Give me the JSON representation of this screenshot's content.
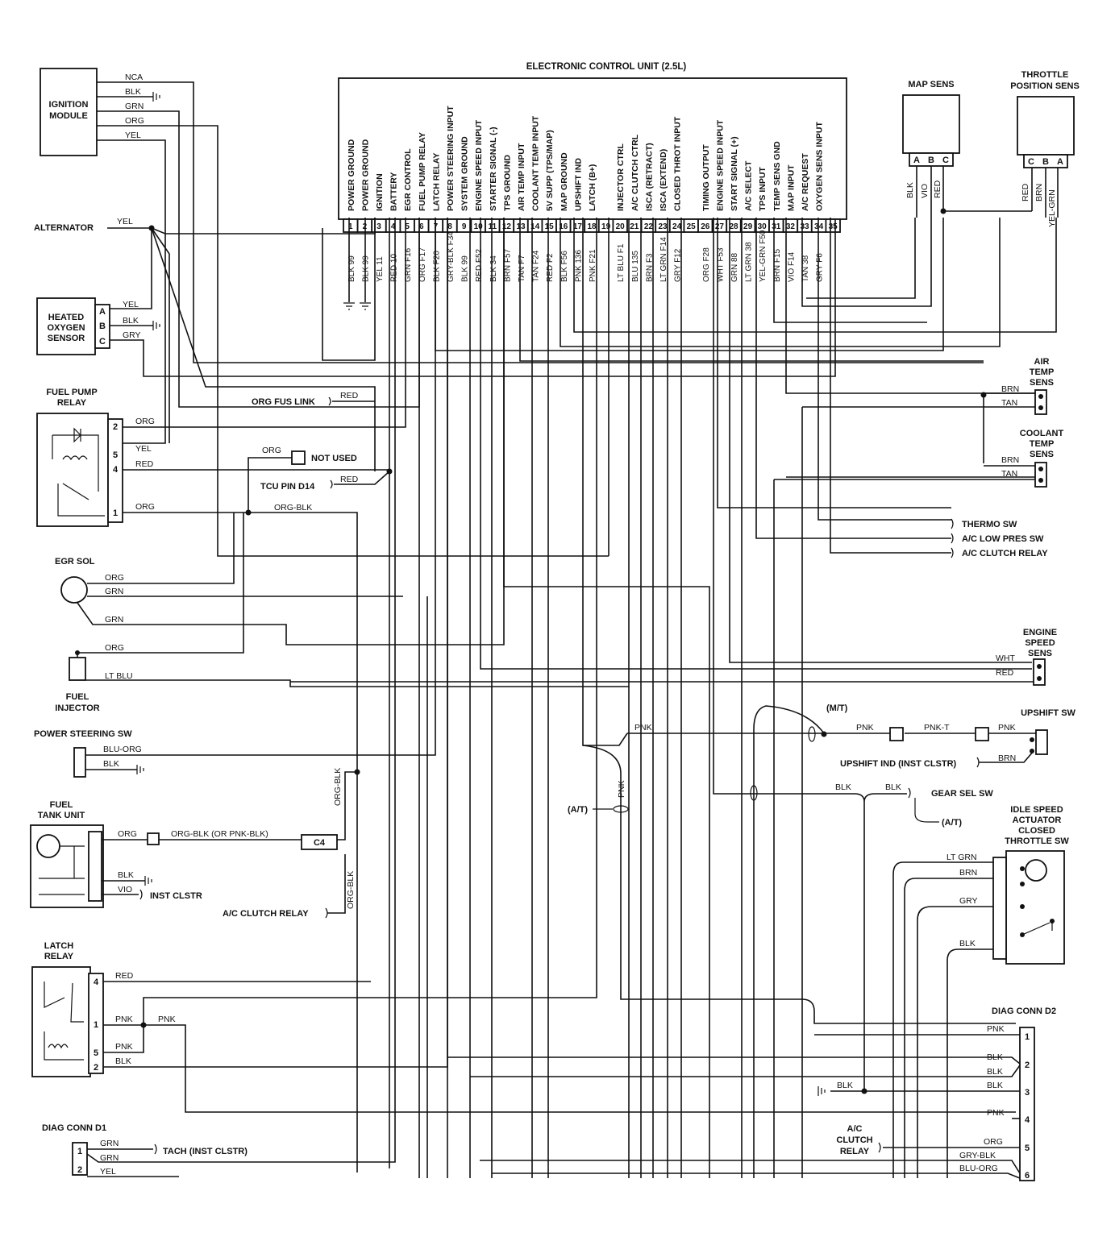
{
  "ecu": {
    "title": "ELECTRONIC CONTROL UNIT (2.5L)",
    "pins": [
      {
        "num": "1",
        "func": "POWER GROUND",
        "wire": "BLK 99"
      },
      {
        "num": "2",
        "func": "POWER GROUND",
        "wire": "BLK 99"
      },
      {
        "num": "3",
        "func": "IGNITION",
        "wire": "YEL 11"
      },
      {
        "num": "4",
        "func": "BATTERY",
        "wire": "RED 10"
      },
      {
        "num": "5",
        "func": "EGR CONTROL",
        "wire": "GRN F16"
      },
      {
        "num": "6",
        "func": "FUEL PUMP RELAY",
        "wire": "ORG F17"
      },
      {
        "num": "7",
        "func": "LATCH RELAY",
        "wire": "BLK F20"
      },
      {
        "num": "8",
        "func": "POWER STEERING INPUT",
        "wire": "GRY-BLK F34"
      },
      {
        "num": "9",
        "func": "SYSTEM GROUND",
        "wire": "BLK 99"
      },
      {
        "num": "10",
        "func": "ENGINE SPEED INPUT",
        "wire": "RED F52"
      },
      {
        "num": "11",
        "func": "STARTER SIGNAL (-)",
        "wire": "BLK 34"
      },
      {
        "num": "12",
        "func": "TPS GROUND",
        "wire": "BRN F57"
      },
      {
        "num": "13",
        "func": "AIR TEMP INPUT",
        "wire": "TAN F7"
      },
      {
        "num": "14",
        "func": "COOLANT TEMP INPUT",
        "wire": "TAN F24"
      },
      {
        "num": "15",
        "func": "5V SUPP (TPS/MAP)",
        "wire": "RED F2"
      },
      {
        "num": "16",
        "func": "MAP GROUND",
        "wire": "BLK F56"
      },
      {
        "num": "17",
        "func": "UPSHIFT IND",
        "wire": "PNK 136"
      },
      {
        "num": "18",
        "func": "LATCH (B+)",
        "wire": "PNK F21"
      },
      {
        "num": "19",
        "func": "",
        "wire": ""
      },
      {
        "num": "20",
        "func": "INJECTOR CTRL",
        "wire": "LT BLU F1"
      },
      {
        "num": "21",
        "func": "A/C CLUTCH CTRL",
        "wire": "BLU 135"
      },
      {
        "num": "22",
        "func": "ISCA (RETRACT)",
        "wire": "BRN F3"
      },
      {
        "num": "23",
        "func": "ISCA (EXTEND)",
        "wire": "LT GRN F14"
      },
      {
        "num": "24",
        "func": "CLOSED THROT INPUT",
        "wire": "GRY F12"
      },
      {
        "num": "25",
        "func": "",
        "wire": ""
      },
      {
        "num": "26",
        "func": "TIMING OUTPUT",
        "wire": "ORG F28"
      },
      {
        "num": "27",
        "func": "ENGINE SPEED INPUT",
        "wire": "WHT F53"
      },
      {
        "num": "28",
        "func": "START SIGNAL (+)",
        "wire": "GRN 88"
      },
      {
        "num": "29",
        "func": "A/C SELECT",
        "wire": "LT GRN 38"
      },
      {
        "num": "30",
        "func": "TPS INPUT",
        "wire": "YEL-GRN F50"
      },
      {
        "num": "31",
        "func": "TEMP SENS GND",
        "wire": "BRN F15"
      },
      {
        "num": "32",
        "func": "MAP INPUT",
        "wire": "VIO F14"
      },
      {
        "num": "33",
        "func": "A/C REQUEST",
        "wire": "TAN 38"
      },
      {
        "num": "34",
        "func": "OXYGEN SENS INPUT",
        "wire": "GRY F6"
      },
      {
        "num": "35",
        "func": "",
        "wire": ""
      }
    ]
  },
  "ignition": {
    "title": "IGNITION",
    "title2": "MODULE",
    "wires": [
      "NCA",
      "BLK",
      "GRN",
      "ORG",
      "YEL"
    ]
  },
  "alternator": {
    "label": "ALTERNATOR",
    "wire": "YEL"
  },
  "o2": {
    "t1": "HEATED",
    "t2": "OXYGEN",
    "t3": "SENSOR",
    "pins": [
      "A",
      "B",
      "C"
    ],
    "wires": [
      "YEL",
      "BLK",
      "GRY"
    ]
  },
  "fuelpump": {
    "t1": "FUEL PUMP",
    "t2": "RELAY",
    "pins": [
      "2",
      "5",
      "4",
      "1"
    ],
    "wires": [
      "ORG",
      "YEL",
      "RED",
      "ORG"
    ]
  },
  "misc": {
    "org_fus_link": "ORG FUS LINK",
    "red1": "RED",
    "not_used": "NOT USED",
    "org_small": "ORG",
    "tcu": "TCU PIN D14",
    "red2": "RED",
    "org_blk": "ORG-BLK"
  },
  "egr": {
    "title": "EGR SOL",
    "wires": [
      "ORG",
      "GRN",
      "GRN"
    ]
  },
  "injector": {
    "t1": "FUEL",
    "t2": "INJECTOR",
    "wires": [
      "ORG",
      "LT BLU"
    ]
  },
  "ps": {
    "title": "POWER STEERING SW",
    "wires": [
      "BLU-ORG",
      "BLK"
    ]
  },
  "tank": {
    "t1": "FUEL",
    "t2": "TANK UNIT",
    "wires": [
      "ORG",
      "ORG-BLK (OR PNK-BLK)",
      "BLK",
      "VIO"
    ],
    "inst": "INST CLSTR",
    "c4": "C4",
    "ob1": "ORG-BLK",
    "ob2": "ORG-BLK"
  },
  "acrelay_left": "A/C CLUTCH RELAY",
  "latch": {
    "t1": "LATCH",
    "t2": "RELAY",
    "pins": [
      "4",
      "1",
      "5",
      "2"
    ],
    "wires": [
      "RED",
      "PNK",
      "PNK",
      "BLK",
      "PNK"
    ]
  },
  "diag1": {
    "title": "DIAG CONN D1",
    "pins": [
      "1",
      "2"
    ],
    "wires": [
      "GRN",
      "GRN",
      "YEL"
    ],
    "tach": "TACH (INST CLSTR)"
  },
  "map": {
    "title": "MAP SENS",
    "pins": [
      "A",
      "B",
      "C"
    ],
    "wires": [
      "BLK",
      "VIO",
      "RED"
    ]
  },
  "tps": {
    "t1": "THROTTLE",
    "t2": "POSITION SENS",
    "pins": [
      "C",
      "B",
      "A"
    ],
    "wires": [
      "RED",
      "BRN",
      "YEL-GRN"
    ]
  },
  "airtemp": {
    "t1": "AIR",
    "t2": "TEMP",
    "t3": "SENS",
    "wires": [
      "BRN",
      "TAN"
    ]
  },
  "cooltemp": {
    "t1": "COOLANT",
    "t2": "TEMP",
    "t3": "SENS",
    "wires": [
      "BRN",
      "TAN"
    ]
  },
  "right_labels": {
    "thermo": "THERMO SW",
    "aclow": "A/C LOW PRES SW",
    "acclutch": "A/C CLUTCH RELAY"
  },
  "ess": {
    "t1": "ENGINE",
    "t2": "SPEED",
    "t3": "SENS",
    "wires": [
      "WHT",
      "RED"
    ]
  },
  "upshift": {
    "title": "UPSHIFT SW",
    "mt": "(M/T)",
    "pnk1": "PNK",
    "pnkt": "PNK-T",
    "pnk2": "PNK",
    "ind": "UPSHIFT IND (INST CLSTR)",
    "brn": "BRN",
    "pnk_mid": "PNK"
  },
  "gear": {
    "blk1": "BLK",
    "blk2": "BLK",
    "label": "GEAR SEL SW",
    "at": "(A/T)",
    "at_left": "(A/T)",
    "pnk_v": "PNK"
  },
  "isa": {
    "t1": "IDLE SPEED",
    "t2": "ACTUATOR",
    "t3": "CLOSED",
    "t4": "THROTTLE SW",
    "wires": [
      "LT GRN",
      "BRN",
      "GRY",
      "BLK"
    ]
  },
  "diag2": {
    "title": "DIAG CONN D2",
    "pins": [
      "1",
      "2",
      "3",
      "4",
      "5",
      "6"
    ],
    "wires": [
      "PNK",
      "BLK",
      "BLK",
      "BLK",
      "PNK",
      "ORG",
      "GRY-BLK",
      "BLU-ORG"
    ],
    "blk_gnd": "BLK",
    "acrelay1": "A/C",
    "acrelay2": "CLUTCH",
    "acrelay3": "RELAY"
  }
}
